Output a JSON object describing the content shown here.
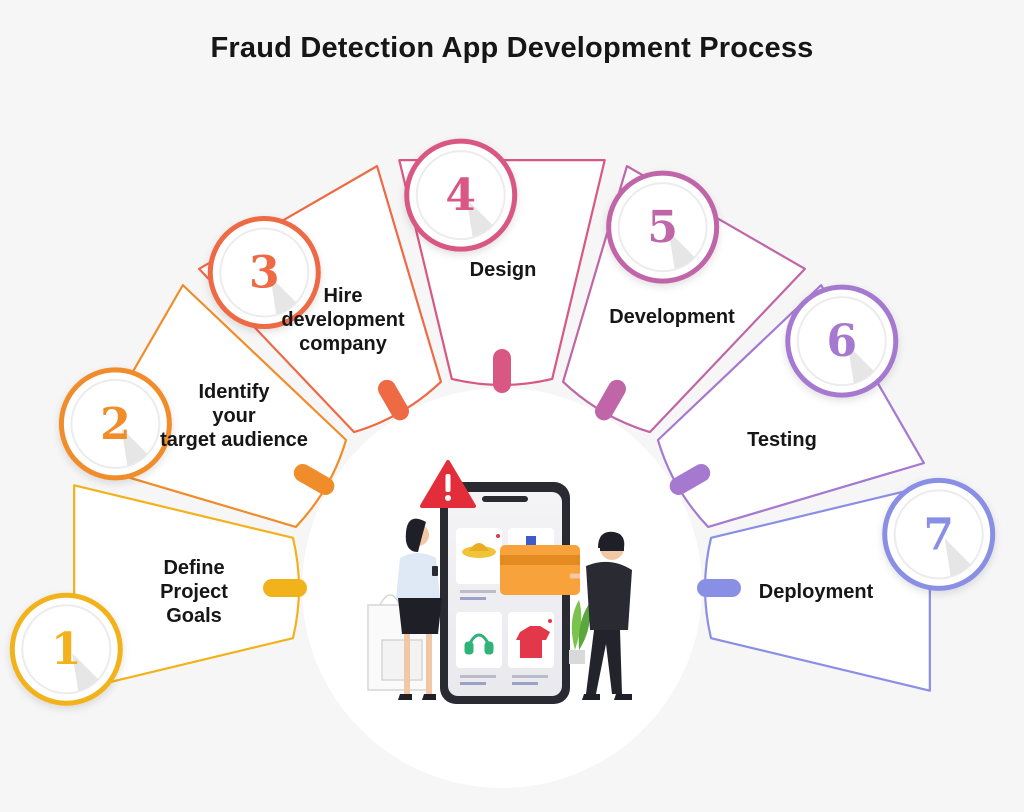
{
  "title": "Fraud Detection App Development Process",
  "steps": [
    {
      "number": "1",
      "label": "Define\nProject\nGoals",
      "color": "#f2b21b"
    },
    {
      "number": "2",
      "label": "Identify\nyour\ntarget audience",
      "color": "#f18c2a"
    },
    {
      "number": "3",
      "label": "Hire\ndevelopment\ncompany",
      "color": "#ee6a44"
    },
    {
      "number": "4",
      "label": "Design",
      "color": "#d95883"
    },
    {
      "number": "5",
      "label": "Development",
      "color": "#c066a8"
    },
    {
      "number": "6",
      "label": "Testing",
      "color": "#a579cf"
    },
    {
      "number": "7",
      "label": "Deployment",
      "color": "#8a8fe6"
    }
  ],
  "illustration": {
    "icons": [
      "warning-triangle-icon",
      "smartphone-icon",
      "shopping-bag-icon",
      "credit-card-icon",
      "hat-icon",
      "headphones-icon",
      "sweater-icon",
      "plant-icon"
    ]
  }
}
